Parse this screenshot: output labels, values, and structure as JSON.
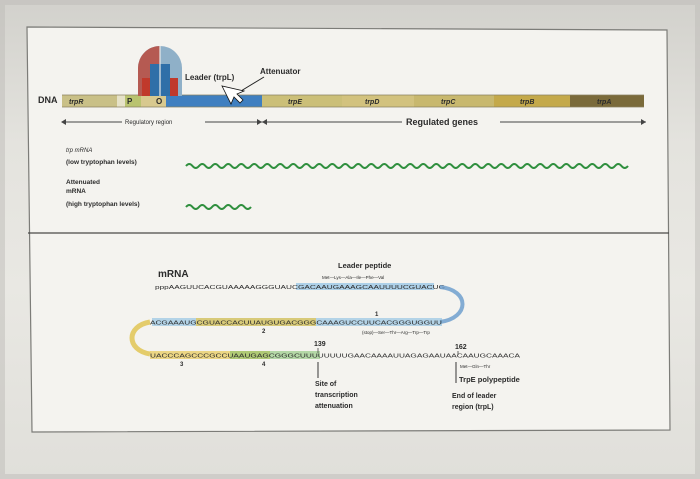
{
  "top": {
    "dna_label": "DNA",
    "gene_labels": [
      "trpR",
      "P",
      "O",
      "trpE",
      "trpD",
      "trpC",
      "trpB",
      "trpA"
    ],
    "leader_label": "Leader (trpL)",
    "attenuator_label": "Attenuator",
    "regulatory_region_label": "Regulatory region",
    "regulated_genes_label": "Regulated genes",
    "trp_mrna_label_line1": "trp mRNA",
    "trp_mrna_label_line2": "(low tryptophan levels)",
    "attenuated_label_line1": "Attenuated",
    "attenuated_label_line2": "mRNA",
    "attenuated_label_line3": "(high tryptophan levels)",
    "colors": {
      "wave": "#2f8f3e",
      "protein_red": "#c0392b",
      "protein_blue": "#2f6fa8",
      "dna_bar": "#cbbf78"
    }
  },
  "bottom": {
    "mrna_label": "mRNA",
    "leader_peptide_label": "Leader peptide",
    "peptide_seq_top": "Met—Lys—Ala—Ile—Phe—Val",
    "peptide_seq_bottom": "(stop)—Ser—Thr—Arg—Trp—Trp",
    "seq_line1": "pppAAGUUCACGUAAAAAGGGUAUCGACAAUGAAAGCAAUUUUCGUACUG",
    "seq_line2": "ACGAAAUGCGUACCACUUAUGUGACGGGCAAAGUCCUUCACGGGUGGUU",
    "seq_line3": "UACCCAGCCCGCCUAAUGAGCGGGCUUUUUUUUGAACAAAAUUAGAGAAUAACAAUGCAAACA",
    "region_numbers": [
      "1",
      "2",
      "3",
      "4"
    ],
    "pos_139": "139",
    "pos_162": "162",
    "trpE_peptide_seq": "Met—Gln—Thr",
    "site_label_line1": "Site of",
    "site_label_line2": "transcription",
    "site_label_line3": "attenuation",
    "trpE_label": "TrpE polypeptide",
    "end_label_line1": "End of leader",
    "end_label_line2": "region (trpL)",
    "colors": {
      "seq_blue": "#2a6fb0",
      "seq_green": "#3e8a3a",
      "seq_yellow": "#d9b33a"
    }
  }
}
